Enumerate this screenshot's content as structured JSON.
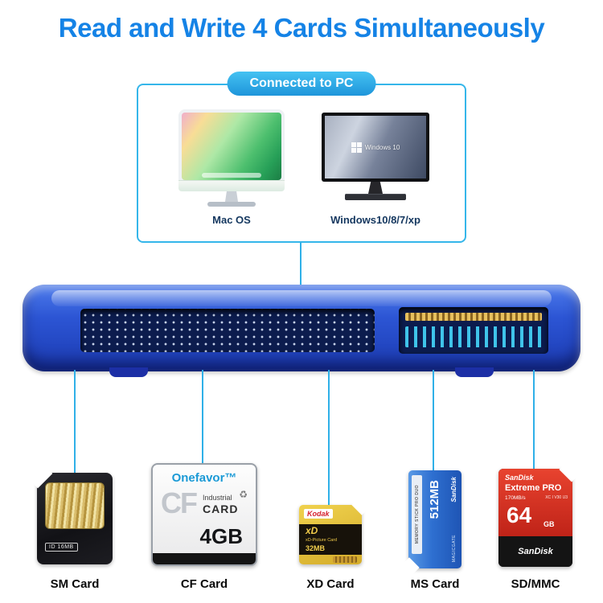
{
  "title": "Read and Write 4 Cards Simultaneously",
  "colors": {
    "title_blue": "#1583e6",
    "accent_blue": "#2fb0e8",
    "device_blue": "#2c55d4"
  },
  "pc_box": {
    "label": "Connected to PC",
    "monitors": [
      {
        "name": "imac",
        "label": "Mac OS"
      },
      {
        "name": "windows",
        "label": "Windows10/8/7/xp",
        "screen_text": "Windows 10"
      }
    ]
  },
  "cards": [
    {
      "label": "SM Card",
      "chip_label": "ID 16MB"
    },
    {
      "label": "CF Card",
      "brand": "Onefavor™",
      "type_letters": "CF",
      "line1": "Industrial",
      "line2": "CARD",
      "recycle_icon": "♻",
      "capacity": "4GB"
    },
    {
      "label": "XD Card",
      "brand": "Kodak",
      "type_letters": "xD",
      "subtitle": "xD-Picture Card",
      "capacity": "32MB"
    },
    {
      "label": "MS Card",
      "strip_text": "MEMORY STICK PRO DUO",
      "capacity": "512MB",
      "brand": "SanDisk",
      "footer_text": "MAGICGATE"
    },
    {
      "label": "SD/MMC",
      "brand": "SanDisk",
      "series": "Extreme PRO",
      "speed": "170MB/s",
      "badges": "XC I V30 U3",
      "capacity": "64",
      "capacity_unit": "GB",
      "bottom_brand": "SanDisk"
    }
  ]
}
